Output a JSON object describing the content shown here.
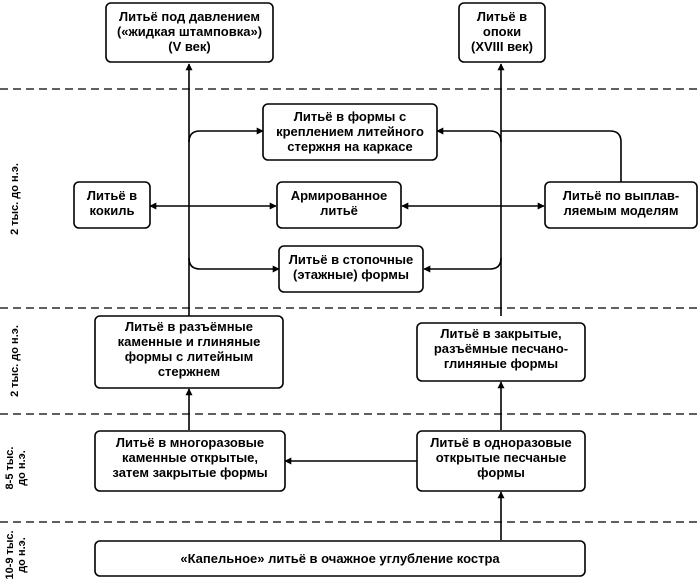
{
  "periods": [
    {
      "id": "p1",
      "label": "2 тыс. до н.э."
    },
    {
      "id": "p2",
      "label": "2 тыс. до н.э."
    },
    {
      "id": "p3",
      "label": [
        "8-5 тыс.",
        "до н.э."
      ]
    },
    {
      "id": "p4",
      "label": [
        "10-9 тыс.",
        "до н.э."
      ]
    }
  ],
  "nodes": {
    "pressure": [
      "Литьё под давлением",
      "(«жидкая штамповка»)",
      "(V век)"
    ],
    "flask": [
      "Литьё в",
      "опоки",
      "(XVIII век)"
    ],
    "core_frame": [
      "Литьё в формы с",
      "креплением литейного",
      "стержня на каркасе"
    ],
    "chill": [
      "Литьё в",
      "кокиль"
    ],
    "reinforced": [
      "Армированное",
      "литьё"
    ],
    "investment": [
      "Литьё по выплав-",
      "ляемым моделям"
    ],
    "stacked": [
      "Литьё в стопочные",
      "(этажные) формы"
    ],
    "split_stone": [
      "Литьё в разъёмные",
      "каменные и глиняные",
      "формы с литейным",
      "стержнем"
    ],
    "closed_sand": [
      "Литьё в закрытые,",
      "разъёмные песчано-",
      "глиняные формы"
    ],
    "reusable_stone": [
      "Литьё в многоразовые",
      "каменные открытые,",
      "затем закрытые формы"
    ],
    "single_sand": [
      "Литьё в одноразовые",
      "открытые песчаные",
      "формы"
    ],
    "drip": [
      "«Капельное» литьё в очажное углубление костра"
    ]
  }
}
